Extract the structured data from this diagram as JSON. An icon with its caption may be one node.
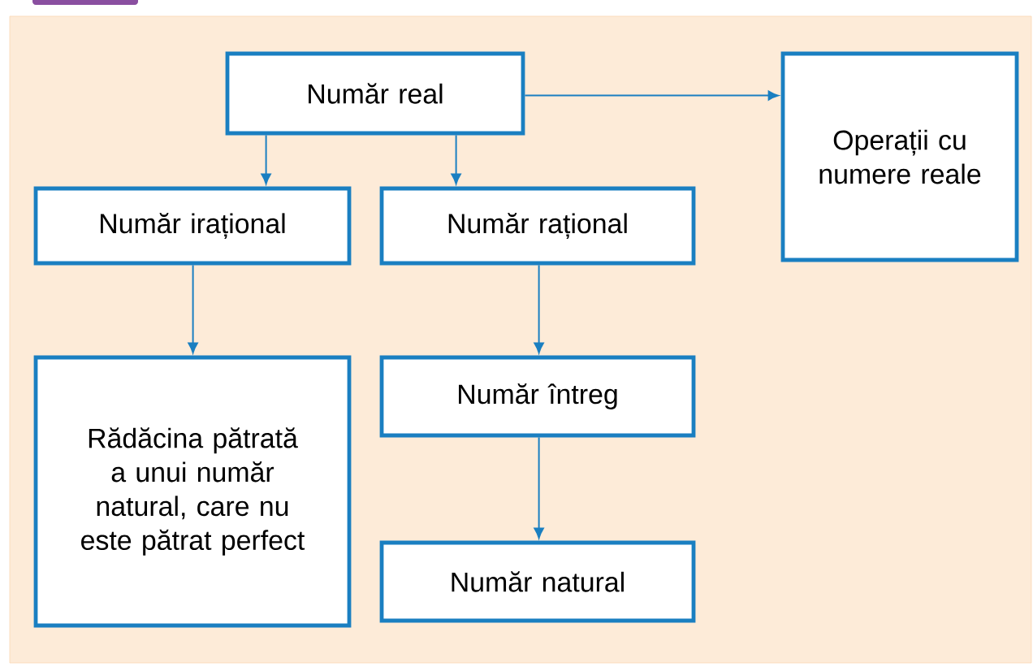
{
  "diagram": {
    "nodes": [
      {
        "text": [
          "Număr real"
        ]
      },
      {
        "text": [
          "Operații cu numere reale"
        ]
      },
      {
        "text": [
          "Număr irațional"
        ]
      },
      {
        "text": [
          "Număr rațional"
        ]
      },
      {
        "text": [
          "Rădăcina pătrată a unui număr natural, care nu este pătrat perfect"
        ]
      },
      {
        "text": [
          "Număr întreg"
        ]
      },
      {
        "text": [
          "Număr natural"
        ]
      }
    ],
    "edges": [
      {
        "from": 0,
        "to": 1,
        "arrow": "to"
      },
      {
        "from": 0,
        "to": 2,
        "arrow": "to"
      },
      {
        "from": 0,
        "to": 3,
        "arrow": "to"
      },
      {
        "from": 2,
        "to": 4,
        "arrow": "to"
      },
      {
        "from": 3,
        "to": 5,
        "arrow": "to"
      },
      {
        "from": 5,
        "to": 6,
        "arrow": "to"
      }
    ]
  }
}
